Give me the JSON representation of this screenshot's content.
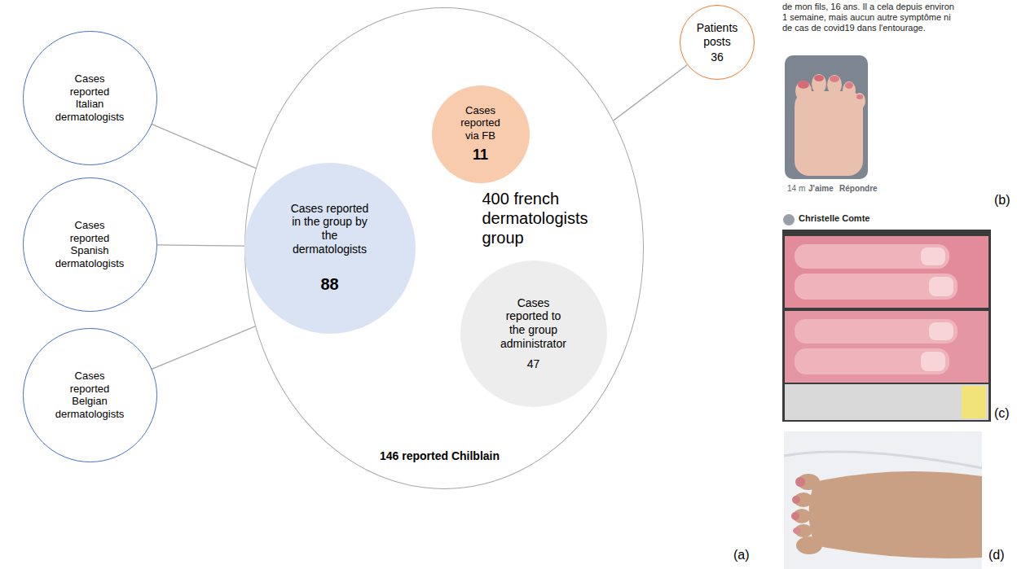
{
  "diagram": {
    "nodes": [
      {
        "text": [
          "400 french dermatologists group",
          "146 reported Chilblain"
        ]
      },
      {
        "text": [
          "Cases reported via FB",
          "11"
        ],
        "in": 0
      },
      {
        "text": [
          "Cases reported in the group by the dermatologists",
          "88"
        ],
        "in": 0
      },
      {
        "text": [
          "Cases reported to the group administrator",
          "47"
        ],
        "in": 0
      },
      {
        "text": [
          "Patients posts",
          "36"
        ]
      },
      {
        "text": [
          "Cases reported Italian dermatologists"
        ]
      },
      {
        "text": [
          "Cases reported Spanish dermatologists"
        ]
      },
      {
        "text": [
          "Cases reported Belgian dermatologists"
        ]
      }
    ],
    "edges": [
      {
        "from": 5,
        "to": 0,
        "arrow": "none"
      },
      {
        "from": 6,
        "to": 0,
        "arrow": "none"
      },
      {
        "from": 7,
        "to": 0,
        "arrow": "none"
      },
      {
        "from": 0,
        "to": 4,
        "arrow": "none"
      }
    ],
    "labels": [
      "de mon fils, 16 ans. Il a cela depuis environ 1 semaine, mais aucun autre symptôme ni de cas de covid19 dans l'entourage.",
      "14 m",
      "J'aime",
      "Répondre",
      "Christelle Comte",
      "(b)",
      "(c)",
      "(d)",
      "(a)"
    ]
  }
}
